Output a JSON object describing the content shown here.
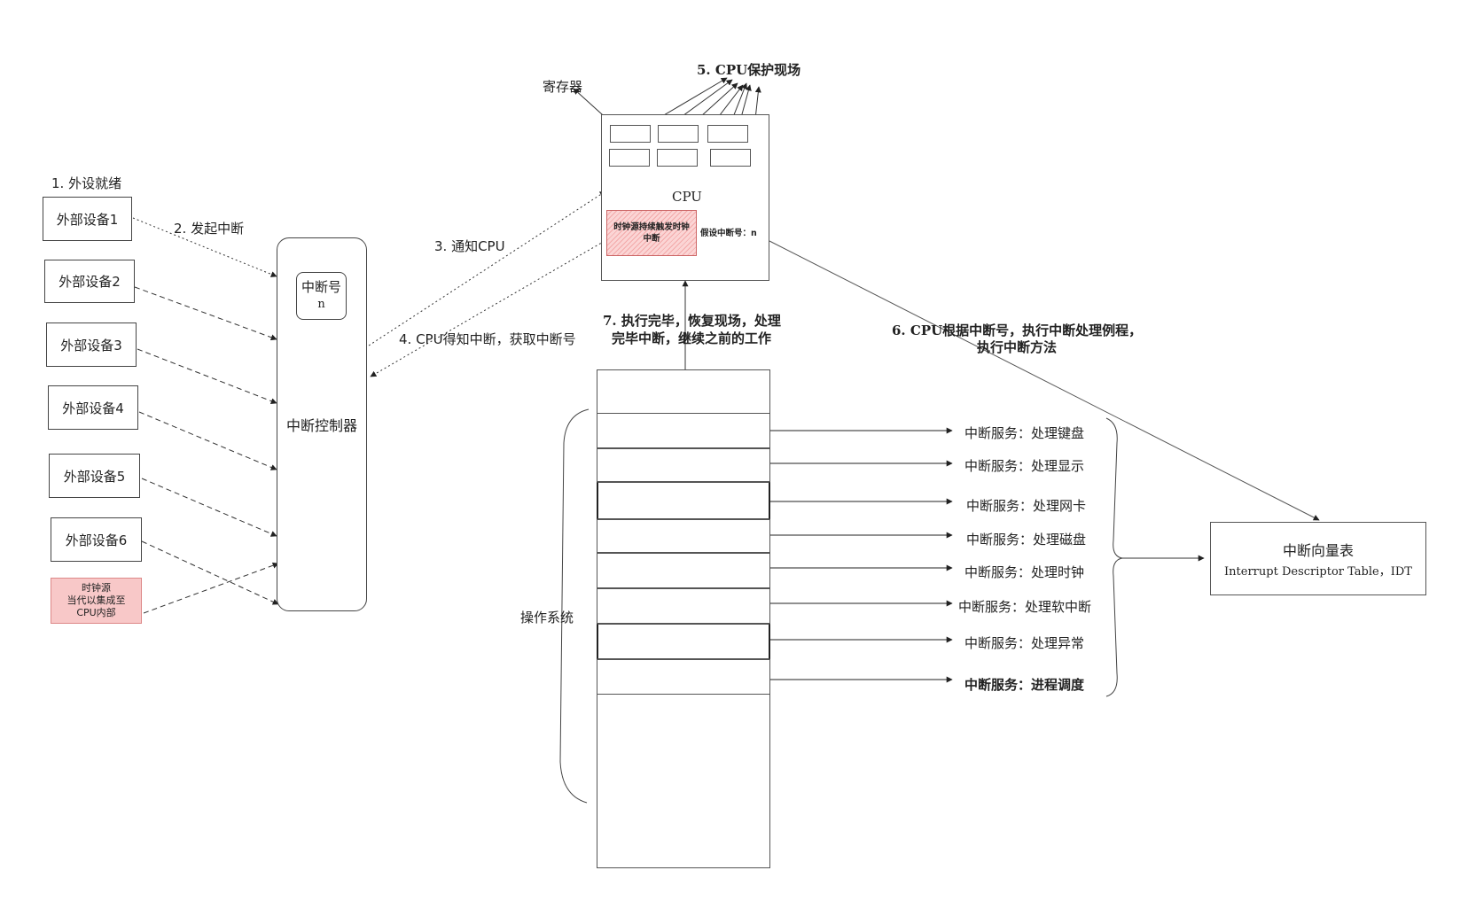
{
  "step1": "1. 外设就绪",
  "step2": "2. 发起中断",
  "step3": "3. 通知CPU",
  "step4": "4. CPU得知中断，获取中断号",
  "step5": "5. CPU保护现场",
  "step6_line1": "6. CPU根据中断号，执行中断处理例程，",
  "step6_line2": "执行中断方法",
  "step7_line1": "7. 执行完毕，恢复现场，处理",
  "step7_line2": "完毕中断，继续之前的工作",
  "devices": [
    "外部设备1",
    "外部设备2",
    "外部设备3",
    "外部设备4",
    "外部设备5",
    "外部设备6"
  ],
  "clock_source": [
    "时钟源",
    "当代以集成至",
    "CPU内部"
  ],
  "controller": {
    "label": "中断控制器",
    "number_label": "中断号",
    "number_value": "n"
  },
  "cpu": {
    "label": "CPU",
    "registers_label": "寄存器",
    "clock_interrupt_line1": "时钟源持续触发时钟",
    "clock_interrupt_line2": "中断",
    "assumed_number": "假设中断号：n"
  },
  "os_label": "操作系统",
  "services": [
    "中断服务：处理键盘",
    "中断服务：处理显示",
    "中断服务：处理网卡",
    "中断服务：处理磁盘",
    "中断服务：处理时钟",
    "中断服务：处理软中断",
    "中断服务：处理异常",
    "中断服务：进程调度"
  ],
  "idt": {
    "title": "中断向量表",
    "subtitle": "Interrupt Descriptor Table，IDT"
  },
  "colors": {
    "line": "#333333",
    "highlight_fill": "#f8c8c8",
    "highlight_border": "#dd8888"
  }
}
